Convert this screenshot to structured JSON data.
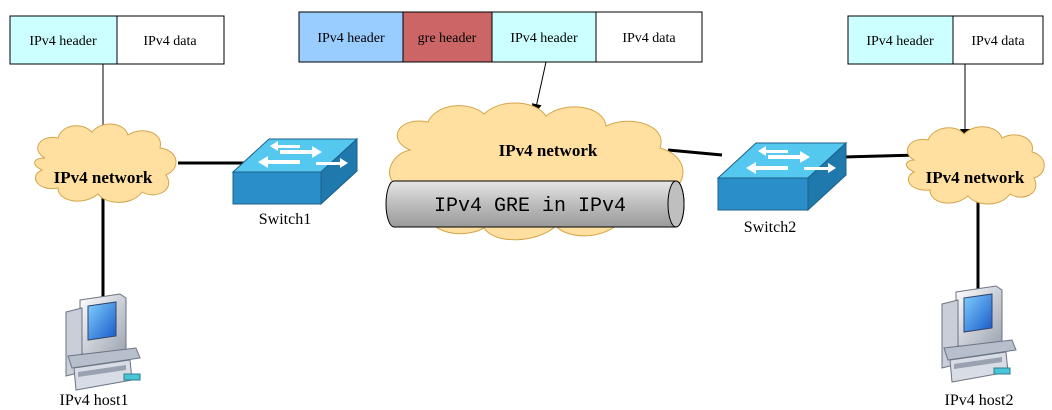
{
  "colors": {
    "ipv4_header": "#ccffff",
    "ipv4_data": "#ffffff",
    "outer_header": "#99ccff",
    "gre_header": "#cc6666",
    "cloud": "#ffe0a0",
    "switch_top": "#55c8f0",
    "switch_side": "#2a8fc8",
    "tunnel": "#c8c8c8"
  },
  "packets": {
    "left": {
      "header": "IPv4 header",
      "data": "IPv4 data"
    },
    "center": {
      "outer_header": "IPv4 header",
      "gre_header": "gre header",
      "inner_header": "IPv4 header",
      "data": "IPv4 data"
    },
    "right": {
      "header": "IPv4 header",
      "data": "IPv4 data"
    }
  },
  "clouds": {
    "left": "IPv4 network",
    "center": "IPv4 network",
    "right": "IPv4 network"
  },
  "tunnel": {
    "label": "IPv4 GRE in IPv4"
  },
  "switches": {
    "left": "Switch1",
    "right": "Switch2"
  },
  "hosts": {
    "left": "IPv4 host1",
    "right": "IPv4 host2"
  }
}
